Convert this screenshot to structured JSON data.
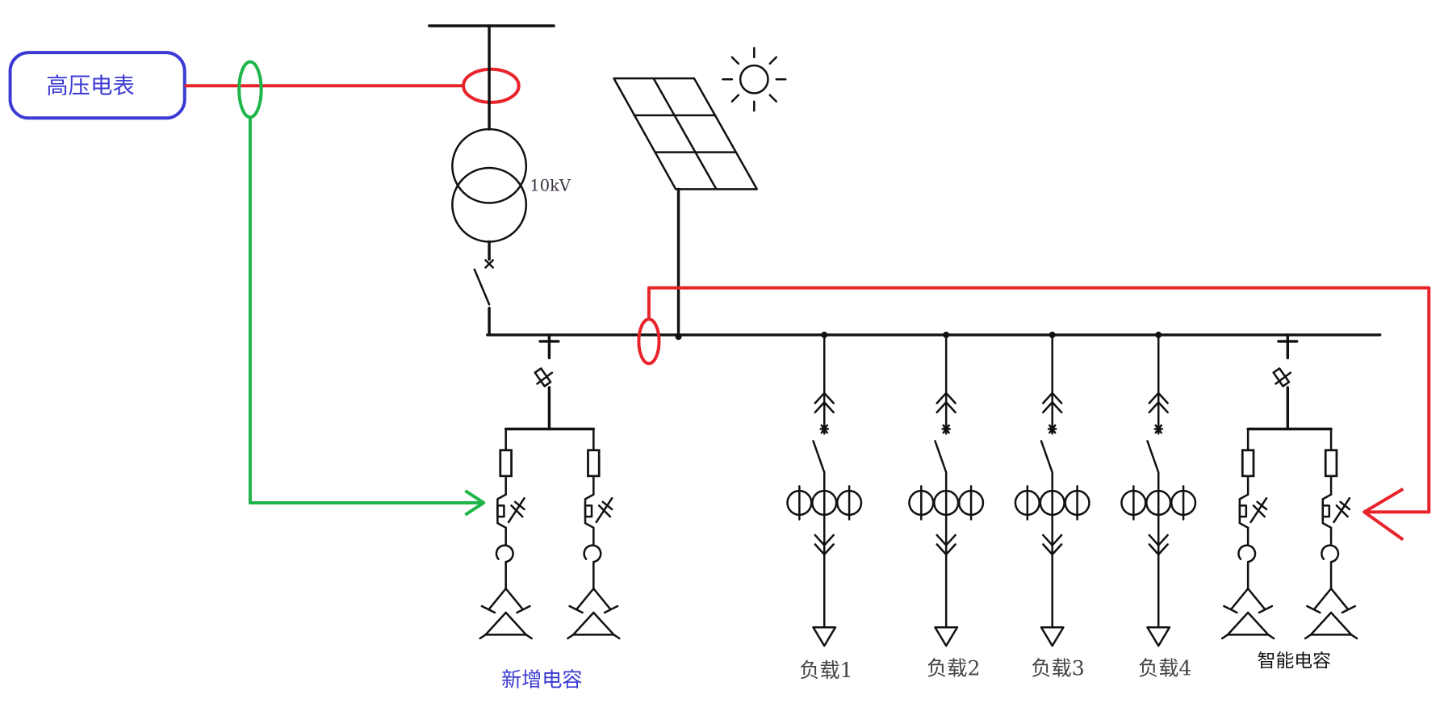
{
  "labels": {
    "meter": "高压电表",
    "transformer_voltage": "10kV",
    "new_capacitor": "新增电容",
    "smart_capacitor": "智能电容"
  },
  "loads": [
    {
      "label": "负载1"
    },
    {
      "label": "负载2"
    },
    {
      "label": "负载3"
    },
    {
      "label": "负载4"
    }
  ],
  "icons": [
    "solar-panel-icon",
    "sun-icon",
    "transformer-icon",
    "switch-icon",
    "fuse-icon",
    "capacitor-icon",
    "load-icon"
  ],
  "colors": {
    "line": "#111111",
    "red_signal": "#e8242b",
    "green_signal": "#1fb54a",
    "meter": "#3b3bd4"
  }
}
